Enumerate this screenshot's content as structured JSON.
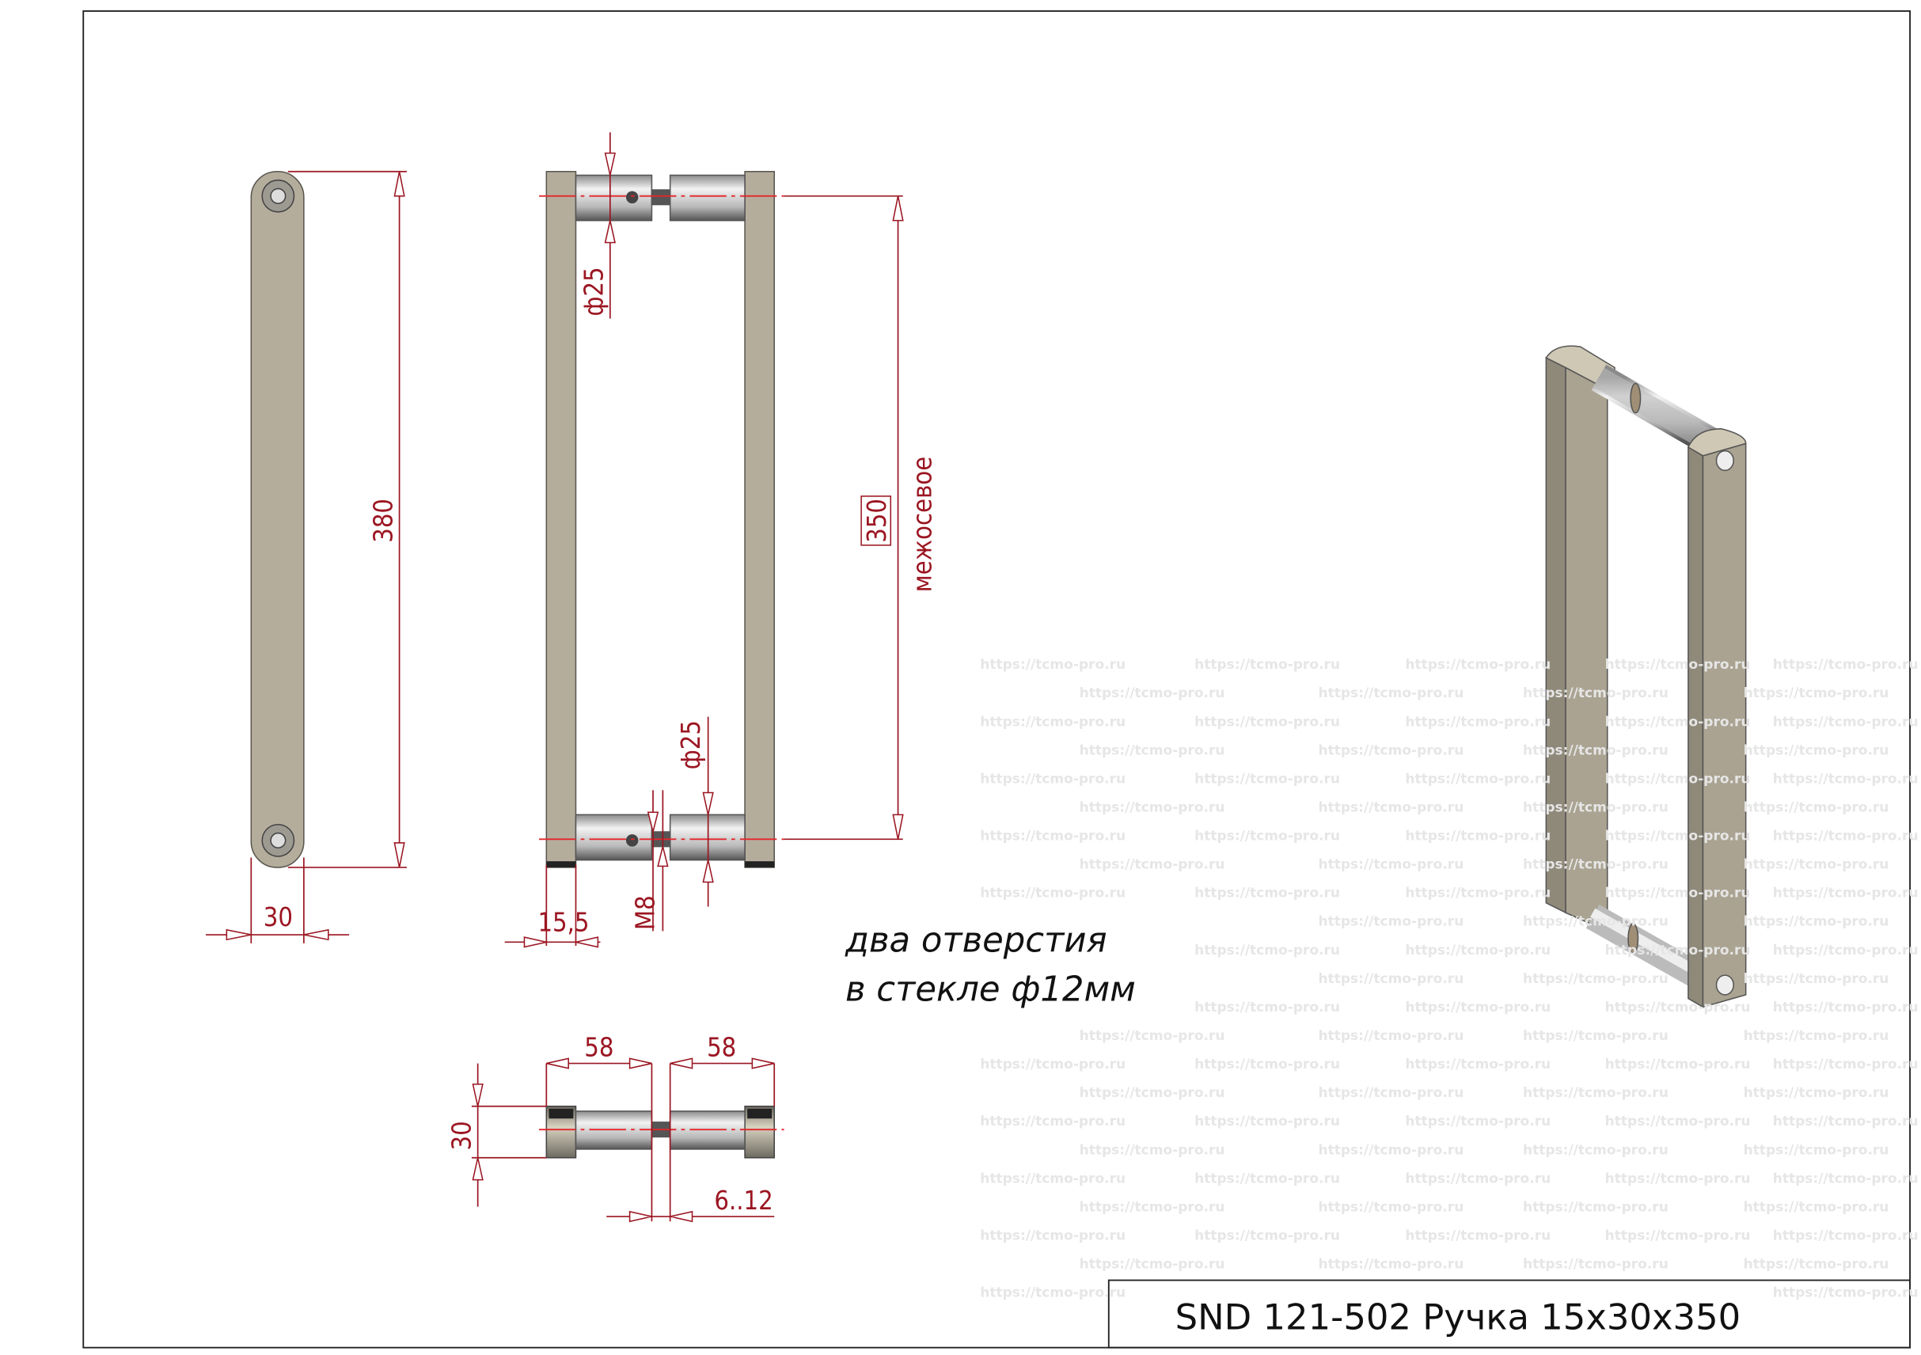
{
  "watermark": "https://tcmo-pro.ru",
  "title_block": {
    "text": "SND 121-502  Ручка 15x30x350"
  },
  "note": {
    "line1": "два отверстия",
    "line2": "в стекле ф12мм"
  },
  "dimensions": {
    "side_length": "380",
    "side_width": "30",
    "center_distance": "350",
    "center_distance_label": "межосевое",
    "diameter_top": "ф25",
    "diameter_bottom": "ф25",
    "thread": "M8",
    "bar_thickness": "15,5",
    "standoff_left": "58",
    "standoff_right": "58",
    "standoff_diameter": "30",
    "glass_thickness": "6..12"
  }
}
